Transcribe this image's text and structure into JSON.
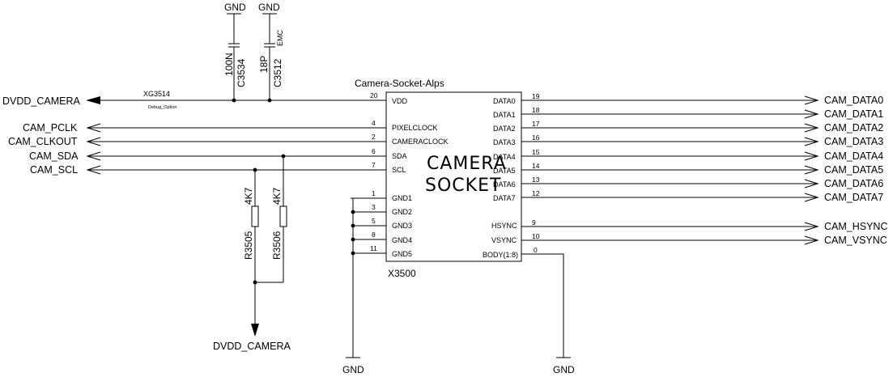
{
  "component": {
    "name": "Camera-Socket-Alps",
    "ref": "X3500",
    "label_line1": "CAMERA",
    "label_line2": "SOCKET"
  },
  "left_pins": [
    {
      "num": "20",
      "name": "VDD"
    },
    {
      "num": "4",
      "name": "PIXELCLOCK"
    },
    {
      "num": "2",
      "name": "CAMERACLOCK"
    },
    {
      "num": "6",
      "name": "SDA"
    },
    {
      "num": "7",
      "name": "SCL"
    },
    {
      "num": "1",
      "name": "GND1"
    },
    {
      "num": "3",
      "name": "GND2"
    },
    {
      "num": "5",
      "name": "GND3"
    },
    {
      "num": "8",
      "name": "GND4"
    },
    {
      "num": "11",
      "name": "GND5"
    }
  ],
  "right_pins": [
    {
      "num": "19",
      "name": "DATA0",
      "net": "CAM_DATA0"
    },
    {
      "num": "18",
      "name": "DATA1",
      "net": "CAM_DATA1"
    },
    {
      "num": "17",
      "name": "DATA2",
      "net": "CAM_DATA2"
    },
    {
      "num": "16",
      "name": "DATA3",
      "net": "CAM_DATA3"
    },
    {
      "num": "15",
      "name": "DATA4",
      "net": "CAM_DATA4"
    },
    {
      "num": "14",
      "name": "DATA5",
      "net": "CAM_DATA5"
    },
    {
      "num": "13",
      "name": "DATA6",
      "net": "CAM_DATA6"
    },
    {
      "num": "12",
      "name": "DATA7",
      "net": "CAM_DATA7"
    },
    {
      "num": "9",
      "name": "HSYNC",
      "net": "CAM_HSYNC"
    },
    {
      "num": "10",
      "name": "VSYNC",
      "net": "CAM_VSYNC"
    },
    {
      "num": "0",
      "name": "BODY(1:8)",
      "net": ""
    }
  ],
  "left_nets": {
    "power": "DVDD_CAMERA",
    "pclk": "CAM_PCLK",
    "clkout": "CAM_CLKOUT",
    "sda": "CAM_SDA",
    "scl": "CAM_SCL"
  },
  "testpoint": {
    "ref": "XG3514",
    "note": "Debug_Option"
  },
  "capacitors": [
    {
      "ref": "C3534",
      "value": "100N",
      "gnd": "GND",
      "extra": ""
    },
    {
      "ref": "C3512",
      "value": "18P",
      "gnd": "GND",
      "extra": "EMC"
    }
  ],
  "resistors": [
    {
      "ref": "R3505",
      "value": "4K7"
    },
    {
      "ref": "R3506",
      "value": "4K7"
    }
  ],
  "pullup_net": "DVDD_CAMERA",
  "gnd_labels": [
    "GND",
    "GND"
  ]
}
